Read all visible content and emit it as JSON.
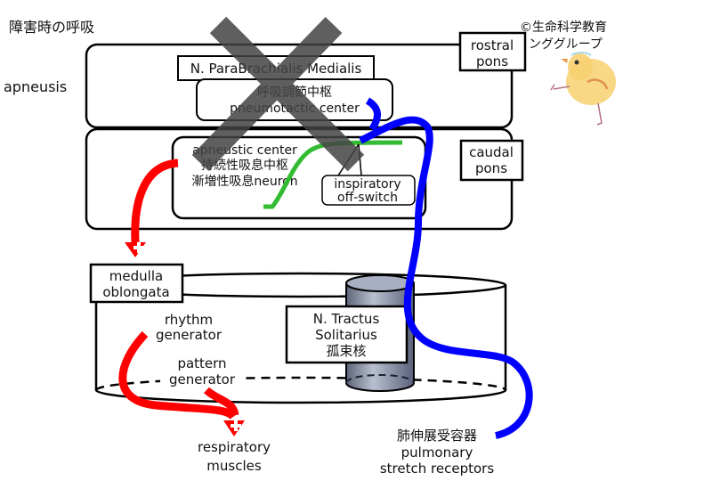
{
  "title": "障害時の呼吸",
  "condition_label": "apneusis",
  "copyright": {
    "line1": "©生命科学教育",
    "line2": "シェアリンググループ"
  },
  "mascot": "chick-illustration",
  "regions": {
    "rostral_pons": {
      "line1": "rostral",
      "line2": "pons"
    },
    "caudal_pons": {
      "line1": "caudal",
      "line2": "pons"
    },
    "medulla": {
      "line1": "medulla",
      "line2": "oblongata"
    }
  },
  "nuclei": {
    "parabrachialis": "N. ParaBrachialis Medialis",
    "pneumotactic": {
      "jp": "呼吸調節中枢",
      "en": "pneumotactic center"
    },
    "apneustic": {
      "en": "apneustic center",
      "jp": "持続性吸息中枢",
      "jp2": "漸増性吸息neuron"
    },
    "off_switch": {
      "line1": "inspiratory",
      "line2": "off-switch"
    },
    "tractus_solitarius": {
      "line1": "N. Tractus",
      "line2": "Solitarius",
      "line3": "孤束核"
    },
    "rhythm_generator": {
      "line1": "rhythm",
      "line2": "generator"
    },
    "pattern_generator": {
      "line1": "pattern",
      "line2": "generator"
    }
  },
  "targets": {
    "respiratory_muscles": {
      "line1": "respiratory",
      "line2": "muscles"
    },
    "stretch_receptors": {
      "jp": "肺伸展受容器",
      "line1": "pulmonary",
      "line2": "stretch receptors"
    }
  },
  "colors": {
    "excitatory_pathway": "#ff0000",
    "afferent_pathway": "#0000ff",
    "inspiratory_ramp": "#33bb33",
    "blocked_mark": "#555555",
    "nts_cylinder": "#8a94a8"
  }
}
